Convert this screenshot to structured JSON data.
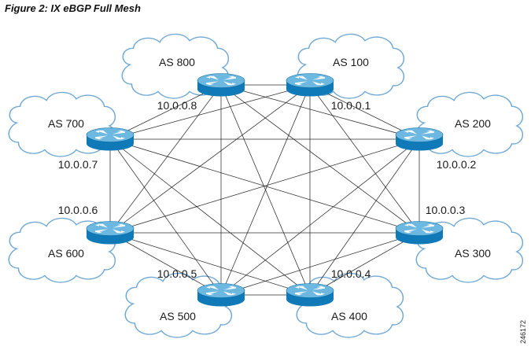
{
  "figure": {
    "caption": "Figure 2: IX eBGP Full Mesh",
    "code": "246172"
  },
  "colors": {
    "router_body": "#0f7ab7",
    "router_top": "#6cb8e0",
    "cloud_stroke": "#6fa8d6",
    "link": "#2b2b2b"
  },
  "nodes": [
    {
      "id": "as800",
      "as_label": "AS 800",
      "ip_label": "10.0.0.8",
      "icon": "router-icon"
    },
    {
      "id": "as100",
      "as_label": "AS 100",
      "ip_label": "10.0.0.1",
      "icon": "router-icon"
    },
    {
      "id": "as200",
      "as_label": "AS 200",
      "ip_label": "10.0.0.2",
      "icon": "router-icon"
    },
    {
      "id": "as300",
      "as_label": "AS 300",
      "ip_label": "10.0.0.3",
      "icon": "router-icon"
    },
    {
      "id": "as400",
      "as_label": "AS 400",
      "ip_label": "10.0.0.4",
      "icon": "router-icon"
    },
    {
      "id": "as500",
      "as_label": "AS 500",
      "ip_label": "10.0.0.5",
      "icon": "router-icon"
    },
    {
      "id": "as600",
      "as_label": "AS 600",
      "ip_label": "10.0.0.6",
      "icon": "router-icon"
    },
    {
      "id": "as700",
      "as_label": "AS 700",
      "ip_label": "10.0.0.7",
      "icon": "router-icon"
    }
  ],
  "topology": "full-mesh"
}
